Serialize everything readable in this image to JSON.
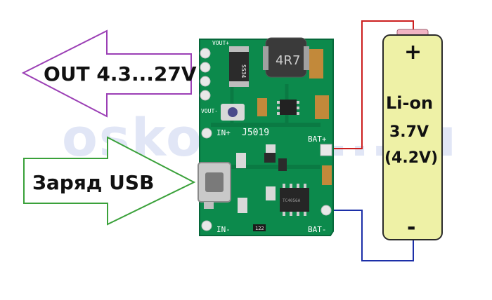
{
  "arrows": {
    "out_label": "OUT 4.3...27V",
    "usb_label": "Заряд USB"
  },
  "board": {
    "labels": {
      "vout_plus": "VOUT+",
      "vout_minus": "VOUT-",
      "in_plus": "IN+",
      "in_minus": "IN-",
      "bat_plus": "BAT+",
      "bat_minus": "BAT-",
      "model": "J5019",
      "inductor": "4R7",
      "diode": "SS34",
      "resistor": "122",
      "chip": "TC4056A"
    }
  },
  "battery": {
    "plus": "+",
    "minus": "-",
    "chemistry": "Li-on",
    "voltage": "3.7V",
    "max_voltage": "(4.2V)"
  },
  "watermark": "oskor........ru",
  "colors": {
    "out_arrow": "#9b3fb5",
    "usb_arrow": "#3aa13a",
    "pcb": "#0c8a4c",
    "battery_body": "#eef1a6",
    "wire_plus": "#cc1f1f",
    "wire_minus": "#1c2fa8"
  }
}
